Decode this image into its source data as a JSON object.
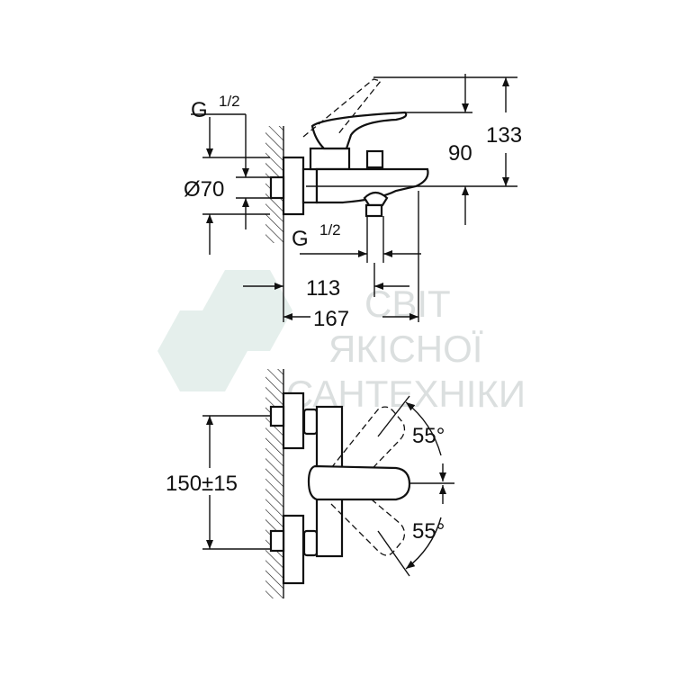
{
  "drawing": {
    "top_view": {
      "thread_inlet": {
        "label": "G",
        "fraction": "1/2"
      },
      "diameter": "Ø70",
      "thread_outlet": {
        "label": "G",
        "fraction": "1/2"
      },
      "dim_113": "113",
      "dim_167": "167",
      "dim_90": "90",
      "dim_133": "133"
    },
    "front_view": {
      "spacing": "150±15",
      "angle_up": "55°",
      "angle_down": "55°"
    },
    "watermark": {
      "line1": "СВІТ",
      "line2": "ЯКІСНОЇ",
      "line3": "САНТЕХНІКИ"
    }
  }
}
